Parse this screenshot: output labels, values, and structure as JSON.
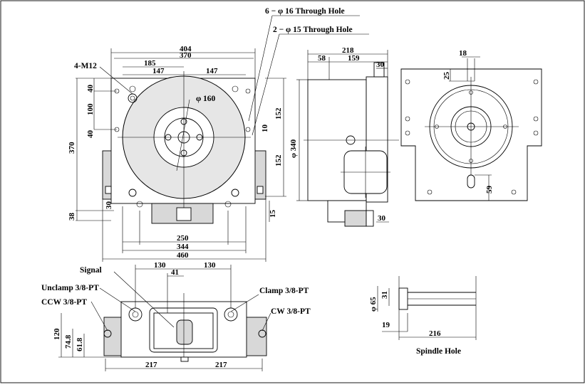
{
  "notes": {
    "through_hole_16": "6 − φ 16 Through Hole",
    "through_hole_15": "2 − φ 15 Through Hole",
    "tap": "4-M12",
    "phi160": "φ 160",
    "signal": "Signal",
    "unclamp": "Unclamp 3/8-PT",
    "ccw": "CCW 3/8-PT",
    "clamp": "Clamp 3/8-PT",
    "cw": "CW 3/8-PT",
    "spindle_hole": "Spindle Hole",
    "phi65": "φ 65",
    "phi340": "φ 340"
  },
  "dims": {
    "d404": "404",
    "d370t": "370",
    "d185": "185",
    "d147a": "147",
    "d147b": "147",
    "d40a": "40",
    "d100": "100",
    "d40b": "40",
    "d370l": "370",
    "d38": "38",
    "d30l": "30",
    "d152a": "152",
    "d10": "10",
    "d152b": "152",
    "d15": "15",
    "d250": "250",
    "d344": "344",
    "d460": "460",
    "d218": "218",
    "d58": "58",
    "d159": "159",
    "d30s": "30",
    "d30sb": "30",
    "d18": "18",
    "d25": "25",
    "d59": "59",
    "d130a": "130",
    "d41": "41",
    "d130b": "130",
    "d120": "120",
    "d74_8": "74.8",
    "d61_8": "61.8",
    "d217a": "217",
    "d217b": "217",
    "d31": "31",
    "d19": "19",
    "d216": "216"
  }
}
